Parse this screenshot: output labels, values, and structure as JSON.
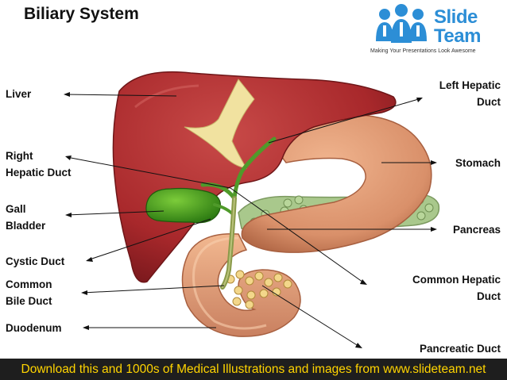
{
  "title": "Biliary System",
  "logo": {
    "word1": "Slide",
    "word2": "Team",
    "tagline": "Making Your Presentations Look Awesome"
  },
  "labels": {
    "liver": "Liver",
    "right_hepatic_duct": [
      "Right",
      "Hepatic Duct"
    ],
    "gall_bladder": [
      "Gall",
      "Bladder"
    ],
    "cystic_duct": "Cystic Duct",
    "common_bile_duct": [
      "Common",
      "Bile Duct"
    ],
    "duodenum": "Duodenum",
    "left_hepatic_duct": [
      "Left Hepatic",
      "Duct"
    ],
    "stomach": "Stomach",
    "pancreas": "Pancreas",
    "common_hepatic_duct": [
      "Common Hepatic",
      "Duct"
    ],
    "pancreatic_duct": "Pancreatic Duct"
  },
  "footer": "Download this and 1000s of Medical Illustrations and images from www.slideteam.net",
  "colors": {
    "liver": "#a8282b",
    "stomach": "#d9906a",
    "gall_bladder": "#3e9a1e",
    "pancreas": "#a9c88c",
    "duct": "#8a9a4a",
    "footer_text": "#ffd400",
    "footer_bg": "#1e1e1e",
    "logo_blue": "#2c8ed6"
  }
}
